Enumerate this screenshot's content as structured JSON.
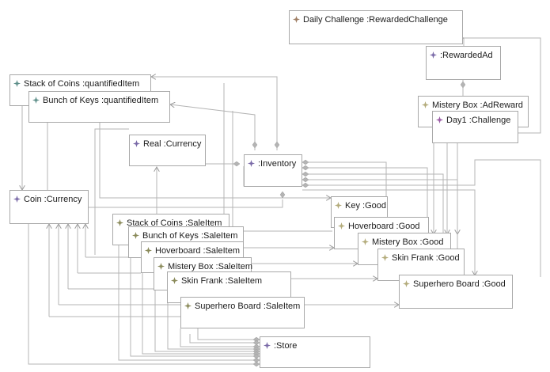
{
  "diagram": {
    "colors": {
      "teal": "#5e8f8a",
      "purple": "#7a6aa8",
      "violet": "#9a5aa5",
      "olive": "#8a8a5a",
      "khaki": "#b3ab7a",
      "brown": "#9e7d63",
      "edge": "#b4b4b4",
      "border": "#a8a8a8"
    },
    "nodes": {
      "daily_challenge": {
        "label": "Daily Challenge :RewardedChallenge",
        "icon": "brown-star-icon"
      },
      "rewarded_ad": {
        "label": ":RewardedAd",
        "icon": "purple-star-icon"
      },
      "mistery_box_adreward": {
        "label": "Mistery Box :AdReward",
        "icon": "khaki-star-icon"
      },
      "day1_challenge": {
        "label": "Day1 :Challenge",
        "icon": "violet-star-icon"
      },
      "stack_of_coins_qi": {
        "label": "Stack of Coins :quantifiedItem",
        "icon": "teal-star-icon"
      },
      "bunch_of_keys_qi": {
        "label": "Bunch of Keys :quantifiedItem",
        "icon": "teal-star-icon"
      },
      "real_currency": {
        "label": "Real :Currency",
        "icon": "purple-star-icon"
      },
      "inventory": {
        "label": ":Inventory",
        "icon": "purple-star-icon"
      },
      "coin_currency": {
        "label": "Coin :Currency",
        "icon": "purple-star-icon"
      },
      "key_good": {
        "label": "Key :Good",
        "icon": "khaki-star-icon"
      },
      "hoverboard_good": {
        "label": "Hoverboard :Good",
        "icon": "khaki-star-icon"
      },
      "mistery_box_good": {
        "label": "Mistery Box :Good",
        "icon": "khaki-star-icon"
      },
      "skin_frank_good": {
        "label": "Skin Frank :Good",
        "icon": "khaki-star-icon"
      },
      "superhero_board_good": {
        "label": "Superhero Board :Good",
        "icon": "khaki-star-icon"
      },
      "stack_of_coins_si": {
        "label": "Stack of Coins :SaleItem",
        "icon": "olive-star-icon"
      },
      "bunch_of_keys_si": {
        "label": "Bunch of Keys :SaleItem",
        "icon": "olive-star-icon"
      },
      "hoverboard_si": {
        "label": "Hoverboard :SaleItem",
        "icon": "olive-star-icon"
      },
      "mistery_box_si": {
        "label": "Mistery Box :SaleItem",
        "icon": "olive-star-icon"
      },
      "skin_frank_si": {
        "label": "Skin Frank :SaleItem",
        "icon": "olive-star-icon"
      },
      "superhero_board_si": {
        "label": "Superhero Board :SaleItem",
        "icon": "olive-star-icon"
      },
      "store": {
        "label": ":Store",
        "icon": "purple-star-icon"
      }
    }
  }
}
